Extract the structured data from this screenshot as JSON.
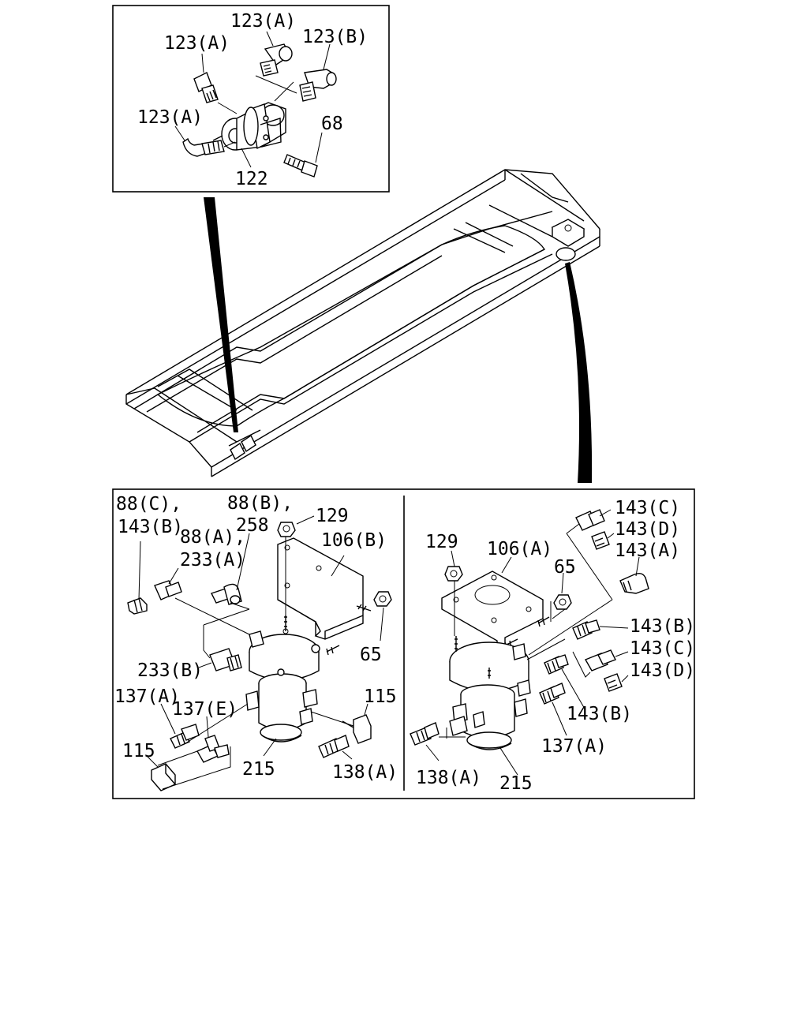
{
  "labels": {
    "top_panel": [
      "123(A)",
      "123(A)",
      "123(B)",
      "123(A)",
      "68",
      "122"
    ],
    "left_panel": [
      "88(C),",
      "143(B)",
      "88(B),",
      "258",
      "88(A),",
      "233(A)",
      "129",
      "106(B)",
      "65",
      "233(B)",
      "137(A)",
      "137(E)",
      "115",
      "115",
      "215",
      "138(A)"
    ],
    "right_panel": [
      "129",
      "106(A)",
      "65",
      "143(C)",
      "143(D)",
      "143(A)",
      "143(B)",
      "143(C)",
      "143(D)",
      "143(B)",
      "137(A)",
      "138(A)",
      "215"
    ]
  }
}
